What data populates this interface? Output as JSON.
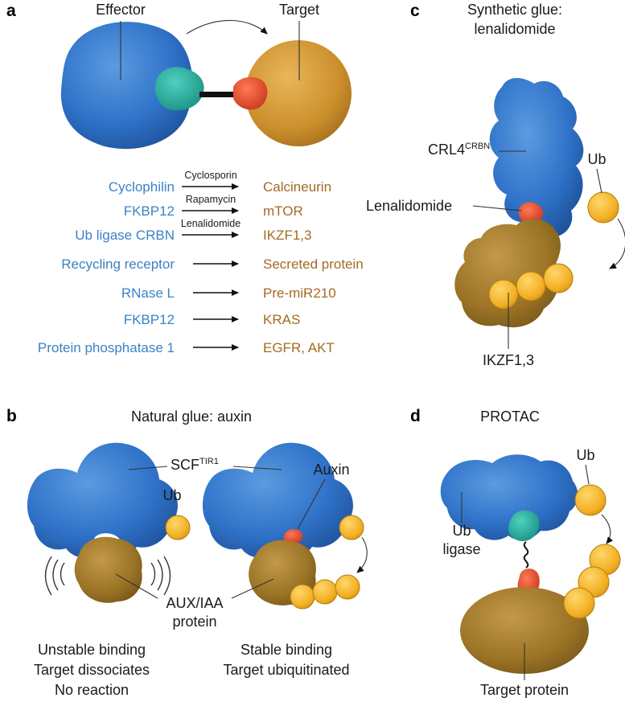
{
  "colors": {
    "effector_blue": "#2f72c8",
    "target_brown": "#9c7426",
    "target_gold": "#d7992e",
    "ligand_teal": "#22a99a",
    "ligand_red": "#e4472c",
    "ubiquitin_yellow": "#f4b52a",
    "effector_text": "#3a82c4",
    "target_text": "#a56a22"
  },
  "panel_a": {
    "letter": "a",
    "effector_label": "Effector",
    "target_label": "Target",
    "pairs": [
      {
        "effector": "Cyclophilin",
        "drug": "Cyclosporin",
        "target": "Calcineurin"
      },
      {
        "effector": "FKBP12",
        "drug": "Rapamycin",
        "target": "mTOR"
      },
      {
        "effector": "Ub ligase CRBN",
        "drug": "Lenalidomide",
        "target": "IKZF1,3"
      },
      {
        "effector": "Recycling receptor",
        "drug": "",
        "target": "Secreted protein"
      },
      {
        "effector": "RNase L",
        "drug": "",
        "target": "Pre-miR210"
      },
      {
        "effector": "FKBP12",
        "drug": "",
        "target": "KRAS"
      },
      {
        "effector": "Protein phosphatase 1",
        "drug": "",
        "target": "EGFR, AKT"
      }
    ]
  },
  "panel_b": {
    "letter": "b",
    "title": "Natural glue: auxin",
    "complex_label": "SCF",
    "complex_sup": "TIR1",
    "auxin_label": "Auxin",
    "ub_label": "Ub",
    "protein_label_1": "AUX/IAA",
    "protein_label_2": "protein",
    "left_caption": [
      "Unstable binding",
      "Target dissociates",
      "No reaction"
    ],
    "right_caption": [
      "Stable binding",
      "Target ubiquitinated"
    ]
  },
  "panel_c": {
    "letter": "c",
    "title_1": "Synthetic glue:",
    "title_2": "lenalidomide",
    "complex_label": "CRL4",
    "complex_sup": "CRBN",
    "drug_label": "Lenalidomide",
    "ub_label": "Ub",
    "target_label": "IKZF1,3"
  },
  "panel_d": {
    "letter": "d",
    "title": "PROTAC",
    "ligase_label_1": "Ub",
    "ligase_label_2": "ligase",
    "ub_label": "Ub",
    "target_label": "Target protein"
  }
}
